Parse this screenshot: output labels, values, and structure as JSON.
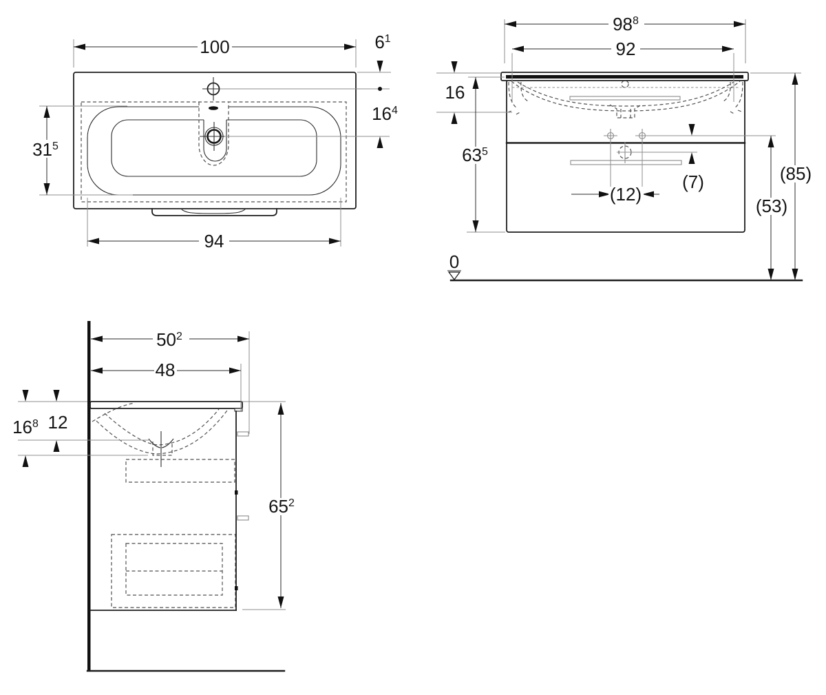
{
  "colors": {
    "line": "#1d1d1d",
    "leader": "#8e8e8e",
    "hidden_dash": "#4f4f4f",
    "light_dash": "#b4b4b4",
    "background": "#ffffff"
  },
  "dims": {
    "top": {
      "overall_width": {
        "v": "100",
        "s": ""
      },
      "tap_offset": {
        "v": "6",
        "s": "1"
      },
      "tap_to_drain": {
        "v": "16",
        "s": "4"
      },
      "bowl_depth": {
        "v": "31",
        "s": "5"
      },
      "bowl_width": {
        "v": "94",
        "s": ""
      }
    },
    "front": {
      "overall_width": {
        "v": "98",
        "s": "8"
      },
      "bowl_width": {
        "v": "92",
        "s": ""
      },
      "basin_height": {
        "v": "16",
        "s": ""
      },
      "unit_height": {
        "v": "63",
        "s": "5"
      },
      "trap_offset": {
        "v": "(7)",
        "s": ""
      },
      "fixing_spacing": {
        "v": "(12)",
        "s": ""
      },
      "fixing_height": {
        "v": "(53)",
        "s": ""
      },
      "total_height": {
        "v": "(85)",
        "s": ""
      },
      "floor_datum": {
        "v": "0",
        "s": ""
      }
    },
    "side": {
      "overall_depth": {
        "v": "50",
        "s": "2"
      },
      "cabinet_depth": {
        "v": "48",
        "s": ""
      },
      "supply_setdown": {
        "v": "12",
        "s": ""
      },
      "drain_setdown": {
        "v": "16",
        "s": "8"
      },
      "unit_height": {
        "v": "65",
        "s": "2"
      }
    }
  }
}
